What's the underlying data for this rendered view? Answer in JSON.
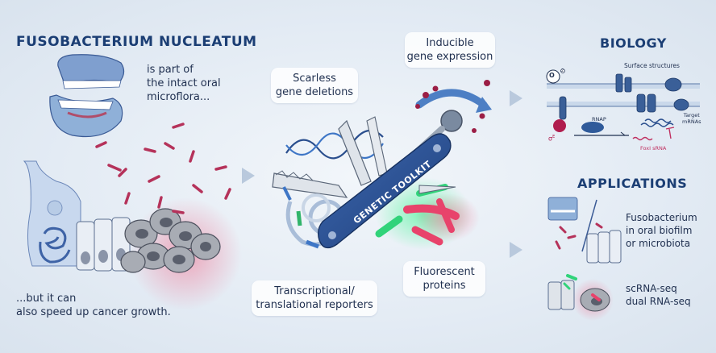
{
  "left": {
    "title": "FUSOBACTERIUM NUCLEATUM",
    "text_top": [
      "is part of",
      "the intact oral",
      "microflora..."
    ],
    "text_bottom": [
      "...but it can",
      "also speed up cancer growth."
    ]
  },
  "center": {
    "boxes": {
      "inducible": [
        "Inducible",
        "gene expression"
      ],
      "scarless": [
        "Scarless",
        "gene deletions"
      ],
      "fluorescent": [
        "Fluorescent",
        "proteins"
      ],
      "reporters": [
        "Transcriptional/",
        "translational reporters"
      ]
    },
    "toolkit_label": "GENETIC TOOLKIT"
  },
  "right": {
    "biology": {
      "title": "BIOLOGY",
      "surface": "Surface structures",
      "oxygen": "O",
      "oxygen_sub": "2",
      "rnap": "RNAP",
      "sigma": "σ",
      "sigma_sup": "E",
      "target": [
        "Target",
        "mRNAs"
      ],
      "foxi": "FoxI sRNA"
    },
    "applications": {
      "title": "APPLICATIONS",
      "item1": [
        "Fusobacterium",
        "in oral biofilm",
        "or microbiota"
      ],
      "item2": [
        "scRNA-seq",
        "dual RNA-seq"
      ]
    }
  },
  "colors": {
    "title": "#1b3e74",
    "bacteria": "#b5325a",
    "toolkit": "#2b4f8e",
    "fluor_green": "#31d37a",
    "fluor_red": "#e8436b"
  }
}
